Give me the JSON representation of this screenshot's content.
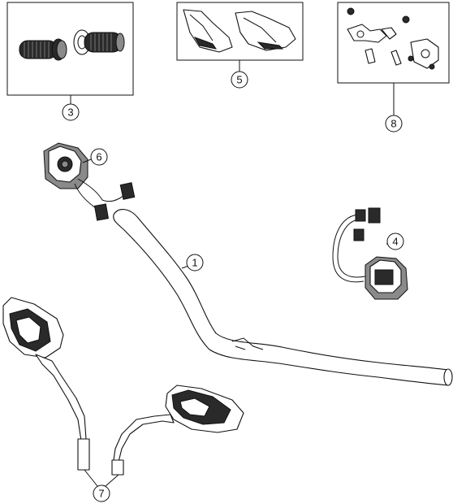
{
  "diagram": {
    "callouts": [
      {
        "id": "1",
        "label": "1"
      },
      {
        "id": "3",
        "label": "3"
      },
      {
        "id": "4",
        "label": "4"
      },
      {
        "id": "5",
        "label": "5"
      },
      {
        "id": "6",
        "label": "6"
      },
      {
        "id": "7",
        "label": "7"
      },
      {
        "id": "8",
        "label": "8"
      }
    ],
    "parts": [
      {
        "ref": "1",
        "icon": "handlebar-icon"
      },
      {
        "ref": "3",
        "icon": "grips-icon"
      },
      {
        "ref": "4",
        "icon": "right-switch-icon"
      },
      {
        "ref": "5",
        "icon": "handguards-icon"
      },
      {
        "ref": "6",
        "icon": "left-switch-icon"
      },
      {
        "ref": "7",
        "icon": "mirrors-icon"
      },
      {
        "ref": "8",
        "icon": "handguard-mount-kit-icon"
      }
    ]
  }
}
